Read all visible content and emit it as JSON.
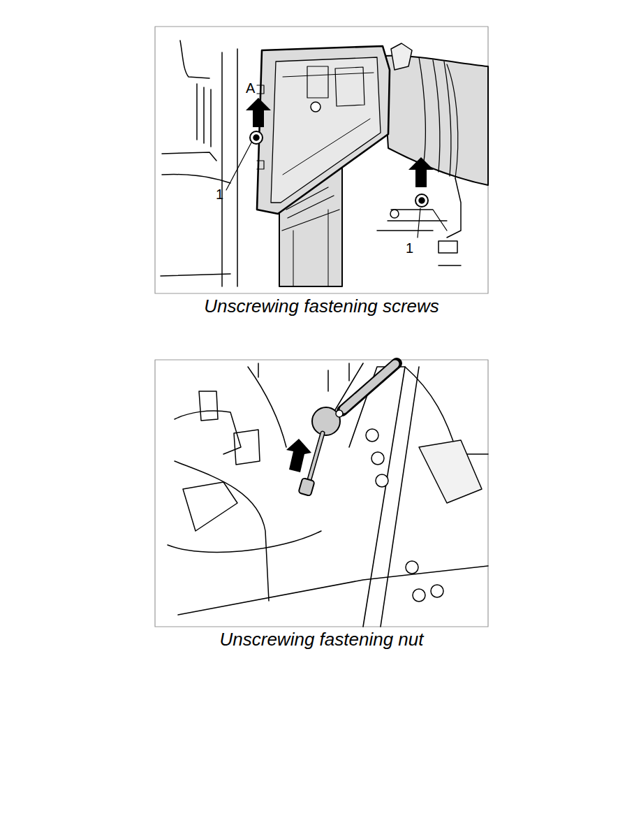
{
  "diagram": {
    "labels": [
      "A",
      "1",
      "1",
      "Unscrewing fastening screws",
      "Unscrewing fastening nut"
    ]
  }
}
